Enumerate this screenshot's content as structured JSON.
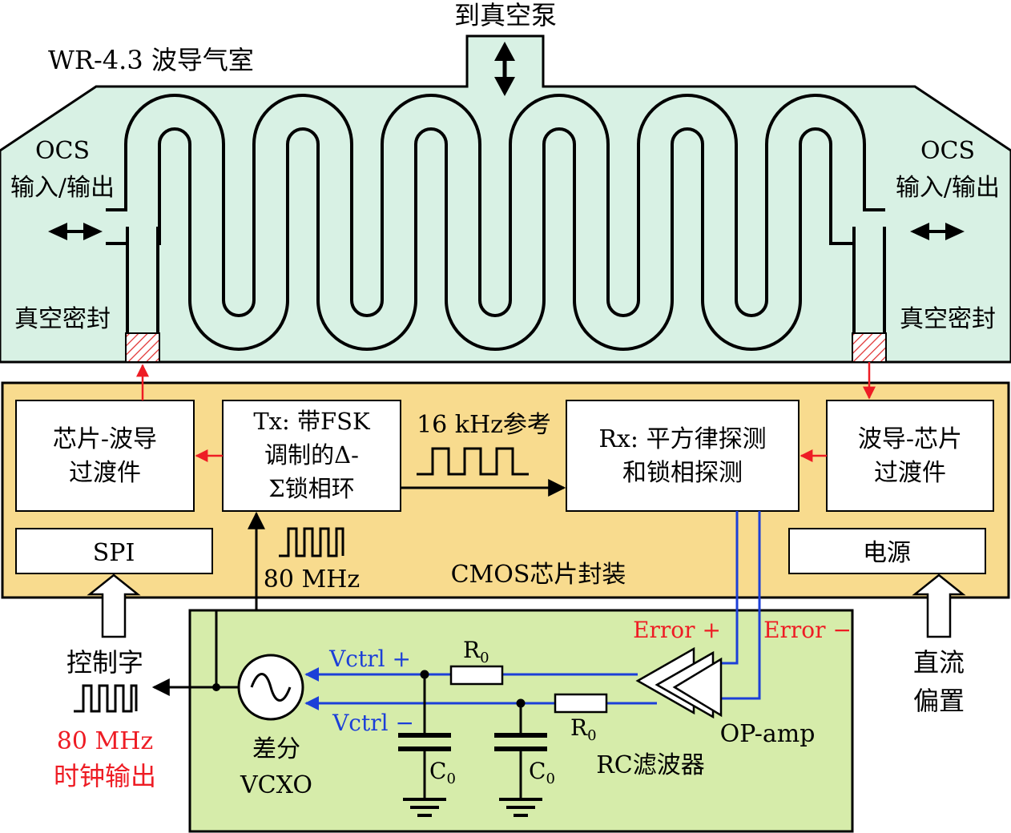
{
  "labels": {
    "to_vacuum_pump": "到真空泵",
    "waveguide_chamber": "WR-4.3 波导气室",
    "ocs_left": "OCS",
    "io_left": "输入/输出",
    "ocs_right": "OCS",
    "io_right": "输入/输出",
    "vacuum_seal_left": "真空密封",
    "vacuum_seal_right": "真空密封",
    "chip_to_wg_line1": "芯片-波导",
    "chip_to_wg_line2": "过渡件",
    "tx_line1": "Tx: 带FSK",
    "tx_line2": "调制的Δ-",
    "tx_line3": "Σ锁相环",
    "ref_16k": "16 kHz参考",
    "rx_line1": "Rx: 平方律探测",
    "rx_line2": "和锁相探测",
    "wg_to_chip_line1": "波导-芯片",
    "wg_to_chip_line2": "过渡件",
    "spi": "SPI",
    "power": "电源",
    "clk_80mhz": "80 MHz",
    "cmos_package": "CMOS芯片封装",
    "error_plus": "Error +",
    "error_minus": "Error −",
    "control_word": "控制字",
    "clock_out_freq": "80 MHz",
    "clock_out": "时钟输出",
    "vctrl_plus": "Vctrl +",
    "vctrl_minus": "Vctrl −",
    "r0_top": "R",
    "r0_top_sub": "0",
    "r0_bottom": "R",
    "r0_bottom_sub": "0",
    "c0_left": "C",
    "c0_left_sub": "0",
    "c0_right": "C",
    "c0_right_sub": "0",
    "vcxo_line1": "差分",
    "vcxo_line2": "VCXO",
    "rc_filter": "RC滤波器",
    "opamp": "OP-amp",
    "dc_bias_line1": "直流",
    "dc_bias_line2": "偏置"
  },
  "colors": {
    "chamber_fill": "#d8f1e4",
    "package_fill": "#f8db8e",
    "board_fill": "#d6ecaa",
    "signal_red": "#ee1c24",
    "signal_blue": "#1c3fd8",
    "line_black": "#000000"
  }
}
